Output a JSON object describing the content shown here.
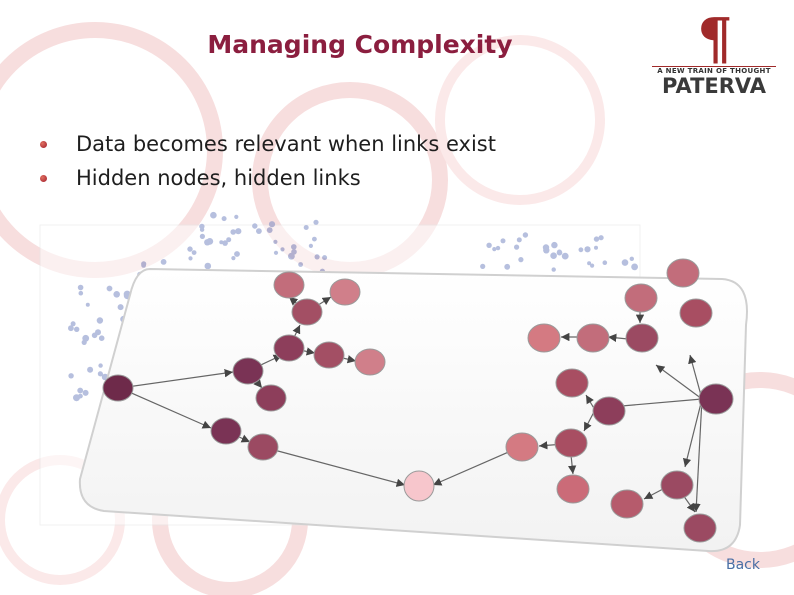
{
  "slide": {
    "title": "Managing Complexity",
    "bullets": [
      "Data becomes relevant when links exist",
      "Hidden nodes, hidden links"
    ],
    "back_label": "Back"
  },
  "logo": {
    "tagline": "A NEW TRAIN OF THOUGHT",
    "name": "PATERVA"
  },
  "colors": {
    "title": "#8b1e3f",
    "node_dark": "#7a3355",
    "node_mid": "#a34f64",
    "node_light": "#d78b93",
    "node_target": "#f7c6cc",
    "back_link": "#4a6fa5"
  }
}
